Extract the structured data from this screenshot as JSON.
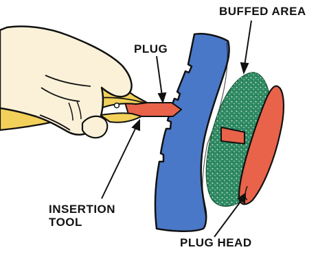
{
  "labels": {
    "buffed_area": "BUFFED AREA",
    "plug": "PLUG",
    "insertion_tool": "INSERTION\nTOOL",
    "plug_head": "PLUG HEAD"
  },
  "colors": {
    "tire": "#4a78c8",
    "buffed_area": "#2e8a62",
    "plug": "#e8634a",
    "tool": "#f2d05a",
    "hand": "#fbf1d8",
    "outline": "#111111"
  }
}
